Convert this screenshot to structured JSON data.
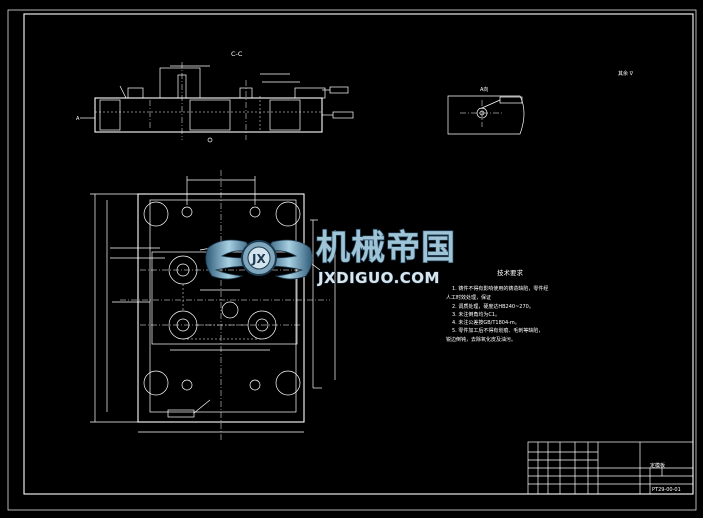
{
  "section_view": {
    "title": "C-C",
    "arrow_label": "A"
  },
  "detail_view": {
    "title": "A向"
  },
  "roughness_note": "其余 ∇",
  "tech_requirements": {
    "heading": "技术要求",
    "lines": [
      "1. 铸件不得有影响使用的铸造缺陷，零件经",
      "人工时效处理，保证",
      "2. 调质处理，硬度达HB240~270。",
      "3. 未注倒角均为C1。",
      "4. 未注公差按GB/T1804-m。",
      "5. 零件加工后不得有划痕、毛刺等缺陷，",
      "锐边倒钝，去除氧化皮及油污。"
    ]
  },
  "watermark": {
    "cn": "机械帝国",
    "en": "JXDIGUO.COM"
  },
  "title_block": {
    "drawing_no": "PT29-00-01",
    "part_name": "定模板"
  }
}
